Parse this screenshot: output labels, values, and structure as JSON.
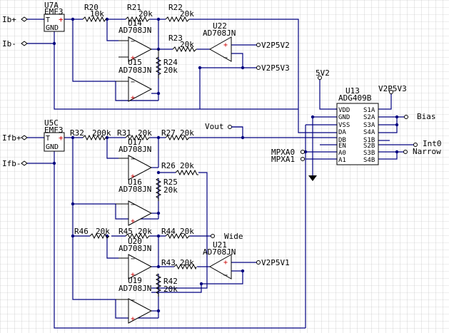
{
  "colors": {
    "grid": "#b9b9b9",
    "wire": "#000080",
    "part": "#000000",
    "plus": "#cc0000",
    "background": "#ffffff"
  },
  "ports": {
    "ib_plus": "Ib+",
    "ib_minus": "Ib-",
    "ifb_plus": "Ifb+",
    "ifb_minus": "Ifb-",
    "vout": "Vout",
    "wide": "Wide",
    "bias": "Bias",
    "int0": "Int0",
    "narrow": "Narrow",
    "mpxa0": "MPXA0",
    "mpxa1": "MPXA1"
  },
  "power": {
    "v2p5v2": "V2P5V2",
    "v2p5v3_a": "V2P5V3",
    "v2p5v3_b": "V2P5V3",
    "v2p5v1": "V2P5V1",
    "v5v2": "5V2"
  },
  "emf": {
    "u7a": {
      "ref": "U7A",
      "value": "EMF3",
      "pin_t": "T",
      "pin_gnd": "GND"
    },
    "u5c": {
      "ref": "U5C",
      "value": "EMF3",
      "pin_t": "T",
      "pin_gnd": "GND"
    }
  },
  "resistors": {
    "r20": {
      "ref": "R20",
      "value": "10k"
    },
    "r21": {
      "ref": "R21",
      "value": "20k"
    },
    "r22": {
      "ref": "R22",
      "value": "20k"
    },
    "r23": {
      "ref": "R23",
      "value": "20k"
    },
    "r24": {
      "ref": "R24",
      "value": "20k"
    },
    "r32": {
      "ref": "R32",
      "value": "200k"
    },
    "r31": {
      "ref": "R31",
      "value": "20k"
    },
    "r27": {
      "ref": "R27",
      "value": "20k"
    },
    "r26": {
      "ref": "R26",
      "value": "20k"
    },
    "r25": {
      "ref": "R25",
      "value": "20k"
    },
    "r46": {
      "ref": "R46",
      "value": "20k"
    },
    "r45": {
      "ref": "R45",
      "value": "20k"
    },
    "r44": {
      "ref": "R44",
      "value": "20k"
    },
    "r43": {
      "ref": "R43",
      "value": "20k"
    },
    "r42": {
      "ref": "R42",
      "value": "20k"
    }
  },
  "opamps": {
    "u14": {
      "ref": "U14",
      "value": "AD708JN"
    },
    "u15": {
      "ref": "U15",
      "value": "AD708JN"
    },
    "u22": {
      "ref": "U22",
      "value": "AD708JN"
    },
    "u17": {
      "ref": "U17",
      "value": "AD708JN"
    },
    "u16": {
      "ref": "U16",
      "value": "AD708JN"
    },
    "u20": {
      "ref": "U20",
      "value": "AD708JN"
    },
    "u21": {
      "ref": "U21",
      "value": "AD708JN"
    },
    "u19": {
      "ref": "U19",
      "value": "AD708JN"
    }
  },
  "mux": {
    "ref": "U13",
    "value": "ADG409B",
    "left_pins": [
      "VDD",
      "GND",
      "VSS",
      "DA",
      "DB",
      "EN",
      "A0",
      "A1"
    ],
    "right_pins": [
      "S1A",
      "S2A",
      "S3A",
      "S4A",
      "S1B",
      "S2B",
      "S3B",
      "S4B"
    ]
  }
}
